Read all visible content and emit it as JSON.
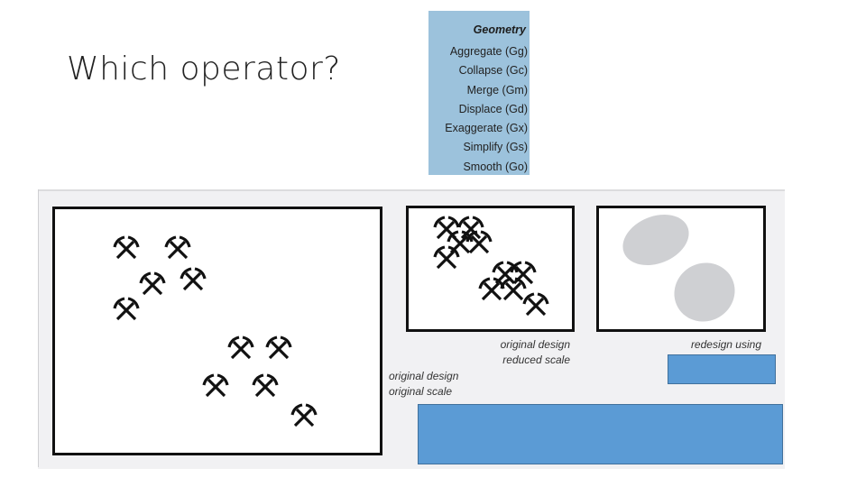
{
  "slide": {
    "title": "Which operator?"
  },
  "operators_panel": {
    "heading": "Geometry",
    "items": [
      "Aggregate (Gg)",
      "Collapse (Gc)",
      "Merge (Gm)",
      "Displace (Gd)",
      "Exaggerate (Gx)",
      "Simplify (Gs)",
      "Smooth (Go)"
    ],
    "background_color": "#9cc2dc"
  },
  "figure": {
    "caption_original": {
      "line1": "original design",
      "line2": "original scale"
    },
    "caption_reduced": {
      "line1": "original design",
      "line2": "reduced scale"
    },
    "caption_redesign": {
      "line1": "redesign using"
    },
    "symbol": "crossed-pickaxes-icon",
    "symbol_color": "#111111",
    "blob_color": "#cfd0d3",
    "answer_box_color": "#5b9bd5"
  }
}
